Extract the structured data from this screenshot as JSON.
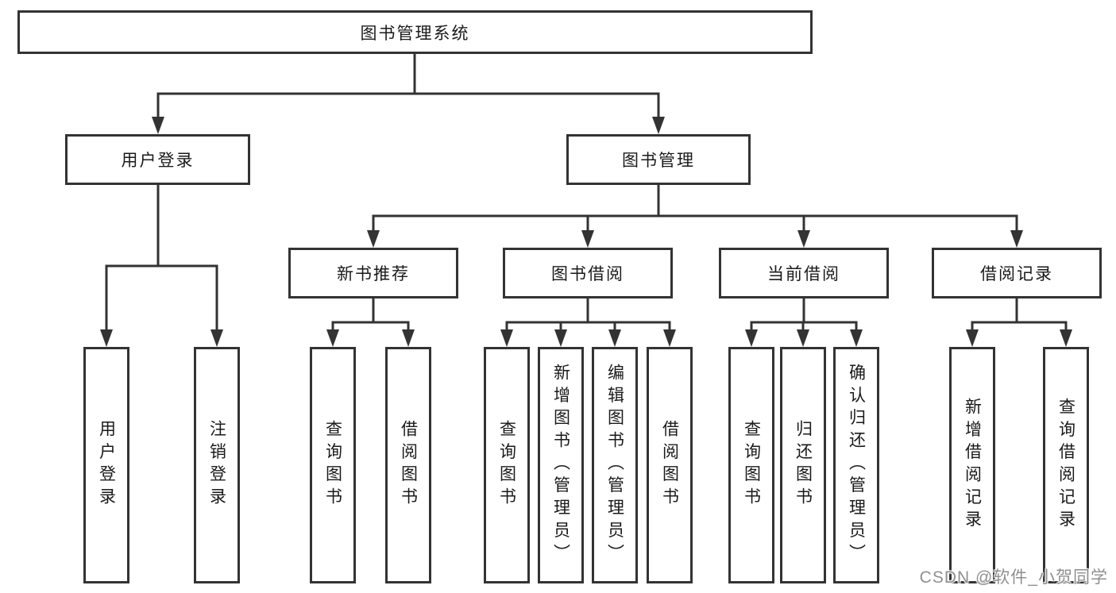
{
  "palette": {
    "line_color": "#333333",
    "box_border_color": "#333333",
    "box_fill_color": "#ffffff",
    "text_color": "#1a1a1a",
    "watermark_color": "#8f8f8f"
  },
  "tree": {
    "root": "图书管理系统",
    "branches": [
      {
        "label": "用户登录",
        "children": [
          "用户登录",
          "注销登录"
        ]
      },
      {
        "label": "图书管理",
        "sections": [
          {
            "label": "新书推荐",
            "children": [
              "查询图书",
              "借阅图书"
            ]
          },
          {
            "label": "图书借阅",
            "children": [
              "查询图书",
              "新增图书（管理员）",
              "编辑图书（管理员）",
              "借阅图书"
            ]
          },
          {
            "label": "当前借阅",
            "children": [
              "查询图书",
              "归还图书",
              "确认归还（管理员）"
            ]
          },
          {
            "label": "借阅记录",
            "children": [
              "新增借阅记录",
              "查询借阅记录"
            ]
          }
        ]
      }
    ]
  },
  "watermark": {
    "text": "CSDN @软件_小贺同学"
  }
}
